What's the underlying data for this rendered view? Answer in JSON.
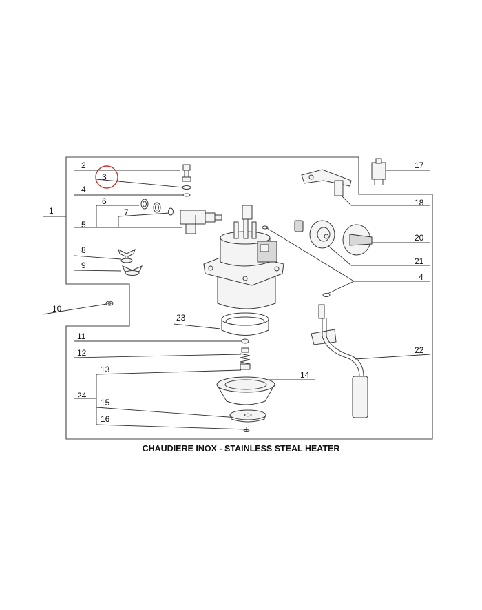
{
  "caption": "CHAUDIERE INOX - STAINLESS STEAL HEATER",
  "highlight_color": "#d32f2f",
  "labels": {
    "l1": "1",
    "l2": "2",
    "l3": "3",
    "l4a": "4",
    "l4b": "4",
    "l5": "5",
    "l6": "6",
    "l7": "7",
    "l8": "8",
    "l9": "9",
    "l10": "10",
    "l11": "11",
    "l12": "12",
    "l13": "13",
    "l14": "14",
    "l15": "15",
    "l16": "16",
    "l17": "17",
    "l18": "18",
    "l20": "20",
    "l21": "21",
    "l22": "22",
    "l23": "23",
    "l24": "24"
  }
}
